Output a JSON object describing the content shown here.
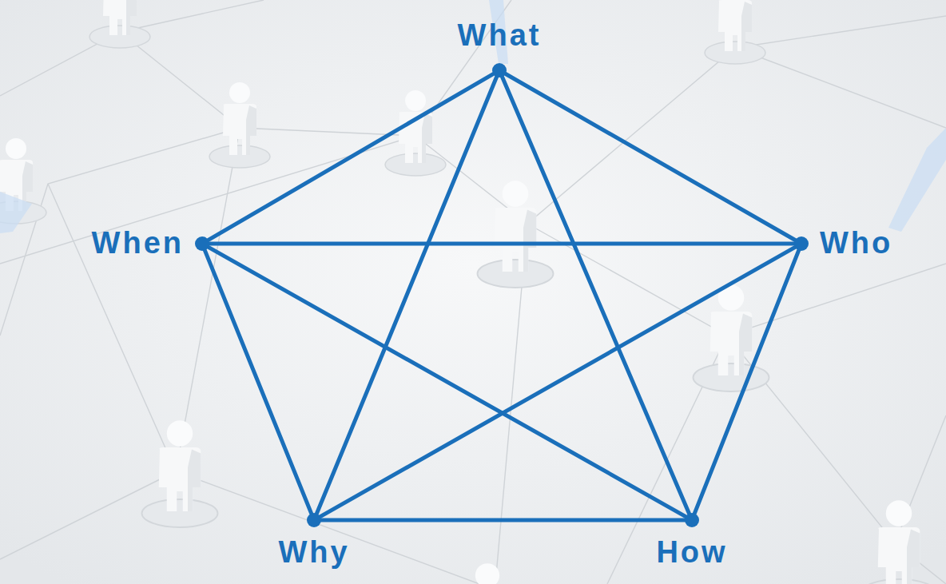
{
  "diagram": {
    "nodes": [
      {
        "text": [
          "What"
        ]
      },
      {
        "text": [
          "When"
        ]
      },
      {
        "text": [
          "Who"
        ]
      },
      {
        "text": [
          "Why"
        ]
      },
      {
        "text": [
          "How"
        ]
      }
    ],
    "edges": [
      {
        "from": 0,
        "to": 1,
        "arrow": "none"
      },
      {
        "from": 0,
        "to": 2,
        "arrow": "none"
      },
      {
        "from": 0,
        "to": 3,
        "arrow": "none"
      },
      {
        "from": 0,
        "to": 4,
        "arrow": "none"
      },
      {
        "from": 1,
        "to": 2,
        "arrow": "none"
      },
      {
        "from": 1,
        "to": 3,
        "arrow": "none"
      },
      {
        "from": 1,
        "to": 4,
        "arrow": "none"
      },
      {
        "from": 2,
        "to": 3,
        "arrow": "none"
      },
      {
        "from": 2,
        "to": 4,
        "arrow": "none"
      },
      {
        "from": 3,
        "to": 4,
        "arrow": "none"
      }
    ]
  }
}
